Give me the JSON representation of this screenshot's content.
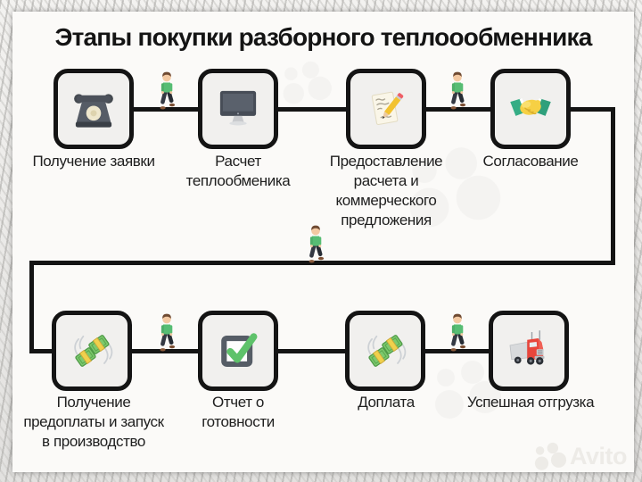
{
  "title": "Этапы покупки разборного теплоообменника",
  "watermark": {
    "brand": "Avito"
  },
  "colors": {
    "outline": "#141414",
    "box_background": "#f1f0ee",
    "canvas_background": "#fbfaf8",
    "shirt_green": "#57bd74",
    "check_green": "#5ec26a",
    "sleeve_green": "#35ad85",
    "money_green": "#7cc96d",
    "hand_yellow": "#f6d044",
    "truck_red": "#e8463c",
    "phone_gray": "#51565e"
  },
  "steps": [
    {
      "label": "Получение заявки",
      "icon": "phone-icon"
    },
    {
      "label": "Расчет\nтеплообменика",
      "icon": "computer-icon"
    },
    {
      "label": "Предоставление\nрасчета и\nкоммерческого\nпредложения",
      "icon": "memo-pencil-icon"
    },
    {
      "label": "Согласование",
      "icon": "handshake-icon"
    },
    {
      "label": "Получение\nпредоплаты и запуск\nв производство",
      "icon": "flying-money-icon"
    },
    {
      "label": "Отчет о\nготовности",
      "icon": "checkbox-check-icon"
    },
    {
      "label": "Доплата",
      "icon": "flying-money-icon"
    },
    {
      "label": "Успешная отгрузка",
      "icon": "truck-icon"
    }
  ]
}
